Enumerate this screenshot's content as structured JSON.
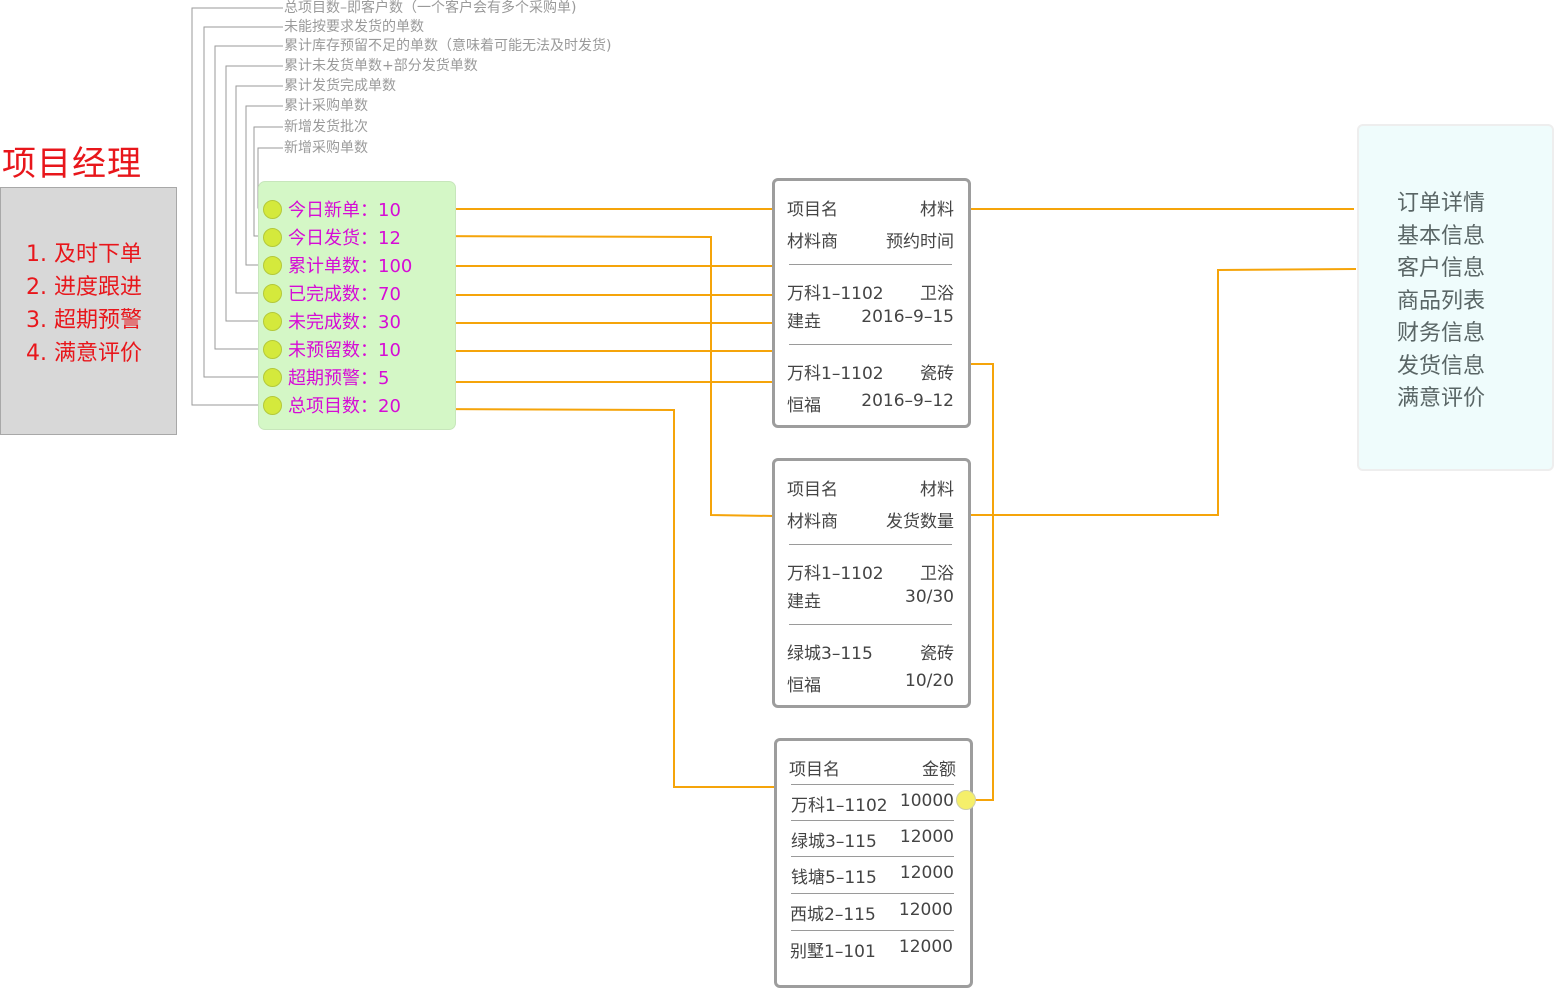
{
  "role": {
    "title": "项目经理",
    "duties": [
      "1.  及时下单",
      "2. 进度跟进",
      "3. 超期预警",
      "4. 满意评价"
    ]
  },
  "annotations": [
    "总项目数–即客户数（一个客户会有多个采购单)",
    "未能按要求发货的单数",
    "累计库存预留不足的单数（意味着可能无法及时发货)",
    "累计未发货单数+部分发货单数",
    "累计发货完成单数",
    "累计采购单数",
    "新增发货批次",
    "新增采购单数"
  ],
  "stats": [
    {
      "label": "今日新单：",
      "value": "10"
    },
    {
      "label": "今日发货：",
      "value": "12"
    },
    {
      "label": "累计单数：",
      "value": "100"
    },
    {
      "label": "已完成数：",
      "value": "70"
    },
    {
      "label": "未完成数：",
      "value": "30"
    },
    {
      "label": "未预留数：",
      "value": "10"
    },
    {
      "label": "超期预警：",
      "value": "5"
    },
    {
      "label": "总项目数：",
      "value": "20"
    }
  ],
  "order_card": {
    "header": [
      [
        "项目名",
        "材料"
      ],
      [
        "材料商",
        "预约时间"
      ]
    ],
    "items": [
      [
        [
          "万科1–1102",
          "卫浴"
        ],
        [
          "建垚",
          "2016–9–15"
        ]
      ],
      [
        [
          "万科1–1102",
          "瓷砖"
        ],
        [
          "恒福",
          "2016–9–12"
        ]
      ]
    ]
  },
  "shipping_card": {
    "header": [
      [
        "项目名",
        "材料"
      ],
      [
        "材料商",
        "发货数量"
      ]
    ],
    "items": [
      [
        [
          "万科1–1102",
          "卫浴"
        ],
        [
          "建垚",
          "30/30"
        ]
      ],
      [
        [
          "绿城3–115",
          "瓷砖"
        ],
        [
          "恒福",
          "10/20"
        ]
      ]
    ]
  },
  "amount_card": {
    "header": [
      "项目名",
      "金额"
    ],
    "rows": [
      [
        "万科1–1102",
        "10000"
      ],
      [
        "绿城3–115",
        "12000"
      ],
      [
        "钱塘5–115",
        "12000"
      ],
      [
        "西城2–115",
        "12000"
      ],
      [
        "别墅1–101",
        "12000"
      ]
    ]
  },
  "detail": {
    "items": [
      "订单详情",
      "基本信息",
      "客户信息",
      "商品列表",
      "财务信息",
      "发货信息",
      "满意评价"
    ]
  },
  "colors": {
    "connector": "#f5a40a",
    "tree_line": "#9a9a9a",
    "role_text": "#e8161b",
    "stat_text": "#d60cd6",
    "stats_bg": "#d4f7c6",
    "bullet": "#d4e93c",
    "detail_bg": "#effcfc"
  }
}
